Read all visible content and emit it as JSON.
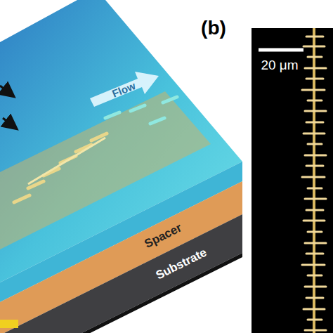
{
  "diagram": {
    "nodes": [
      {
        "text": [
          "Spacer"
        ]
      },
      {
        "text": [
          "Substrate"
        ]
      }
    ],
    "labels": [
      "(b)",
      "20 μm",
      "Flow"
    ]
  }
}
